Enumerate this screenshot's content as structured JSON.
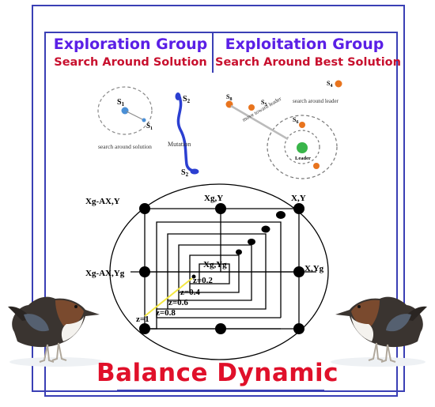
{
  "exploration": {
    "title": "Exploration Group",
    "subtitle": "Search Around Solution",
    "labels": {
      "s1_left": "S",
      "s1_left_sub": "1",
      "s1_small": "S",
      "s1_small_sub": "1",
      "caption": "search around solution",
      "s2_top": "S",
      "s2_top_sub": "2",
      "s2_bottom": "S",
      "s2_bottom_sub": "2",
      "mutation": "Mutation"
    }
  },
  "exploitation": {
    "title": "Exploitation Group",
    "subtitle": "Search Around Best Solution",
    "labels": {
      "s4": "S",
      "s4_sub": "4",
      "s8": "S",
      "s8_sub": "8",
      "s5": "S",
      "s5_sub": "5",
      "s6": "S",
      "s6_sub": "6",
      "search_leader": "search around leader",
      "move_leader": "move toward leader",
      "leader": "Leader"
    }
  },
  "spiral": {
    "corner_top_left": "Xg-AX,Y",
    "corner_top_mid": "Xg,Y",
    "corner_top_right": "X,Y",
    "corner_mid_left": "Xg-AX,Yg",
    "corner_mid_right": "X,Yg",
    "center": "Xg,Yg",
    "z_levels": [
      "z=0.2",
      "z=0.4",
      "z=0.6",
      "z=0.8",
      "z=1"
    ]
  },
  "footer": {
    "title": "Balance Dynamic"
  },
  "colors": {
    "frame": "#3a3fb5",
    "group_title": "#5a1fe6",
    "group_subtitle": "#c8102e",
    "footer_title": "#e0102a",
    "node": "#000000",
    "orange_agent": "#e8741e",
    "blue_agent": "#4a8fd6",
    "leader": "#39b54a",
    "mutation_path": "#2b3fd1",
    "yellow_path": "#f4e842"
  },
  "icons": {
    "left_bird": "dipper-bird-icon",
    "right_bird": "dipper-bird-icon"
  }
}
